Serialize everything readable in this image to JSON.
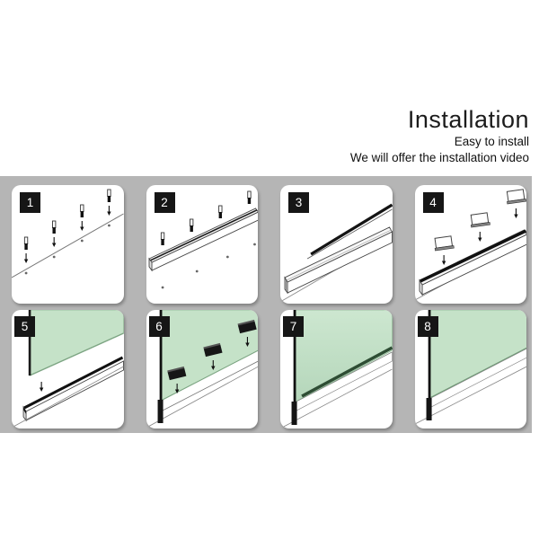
{
  "header": {
    "title": "Installation",
    "subtitle1": "Easy to install",
    "subtitle2": "We will offer the installation video"
  },
  "steps": [
    {
      "number": "1"
    },
    {
      "number": "2"
    },
    {
      "number": "3"
    },
    {
      "number": "4"
    },
    {
      "number": "5"
    },
    {
      "number": "6"
    },
    {
      "number": "7"
    },
    {
      "number": "8"
    }
  ],
  "colors": {
    "panel_bg": "#b5b5b5",
    "card_bg": "#ffffff",
    "badge_bg": "#161616",
    "badge_text": "#ffffff",
    "glass_green": "#c5e2c8",
    "glass_edge": "#7da583",
    "seal_strip_dark_green": "#2e4d34",
    "gasket_black": "#141414",
    "line_gray": "#888888",
    "text_color": "#1c1c1c"
  }
}
